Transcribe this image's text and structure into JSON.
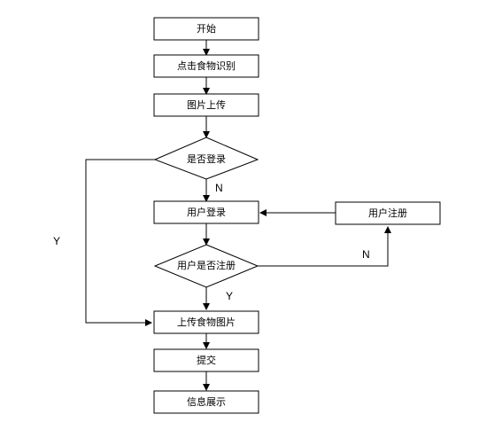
{
  "nodes": {
    "start": "开始",
    "click_recognition": "点击食物识别",
    "upload_image": "图片上传",
    "is_logged_in": "是否登录",
    "user_login": "用户登录",
    "user_register": "用户注册",
    "is_registered": "用户是否注册",
    "upload_food_image": "上传食物图片",
    "submit": "提交",
    "display_info": "信息展示"
  },
  "edge_labels": {
    "logged_in_no": "N",
    "logged_in_yes": "Y",
    "registered_no": "N",
    "registered_yes": "Y"
  }
}
